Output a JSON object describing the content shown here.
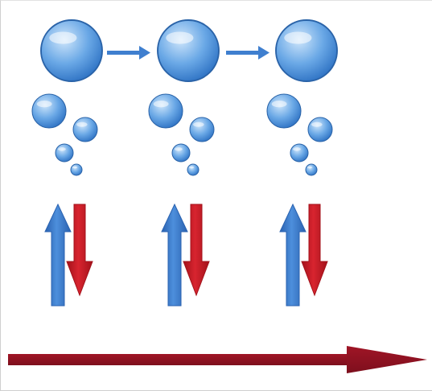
{
  "diagram": {
    "columns": [
      {
        "id": "stage-1"
      },
      {
        "id": "stage-2"
      },
      {
        "id": "stage-3"
      }
    ],
    "colors": {
      "bubble_light": "#cfe6fb",
      "bubble_mid": "#6aa8e6",
      "bubble_dark": "#2f73c4",
      "bubble_stroke": "#2a63a8",
      "up_arrow": "#4d8fdc",
      "up_arrow_dark": "#2a62b0",
      "down_arrow": "#d8242f",
      "down_arrow_dark": "#a3121b",
      "connector_arrow": "#3f7fcf",
      "timeline_arrow": "#a01526",
      "timeline_arrow_dark": "#7d0f1d"
    },
    "icons": {
      "bubble": "bubble-icon",
      "connector": "arrow-right-icon",
      "up": "arrow-up-icon",
      "down": "arrow-down-icon",
      "timeline": "long-arrow-right-icon"
    }
  }
}
